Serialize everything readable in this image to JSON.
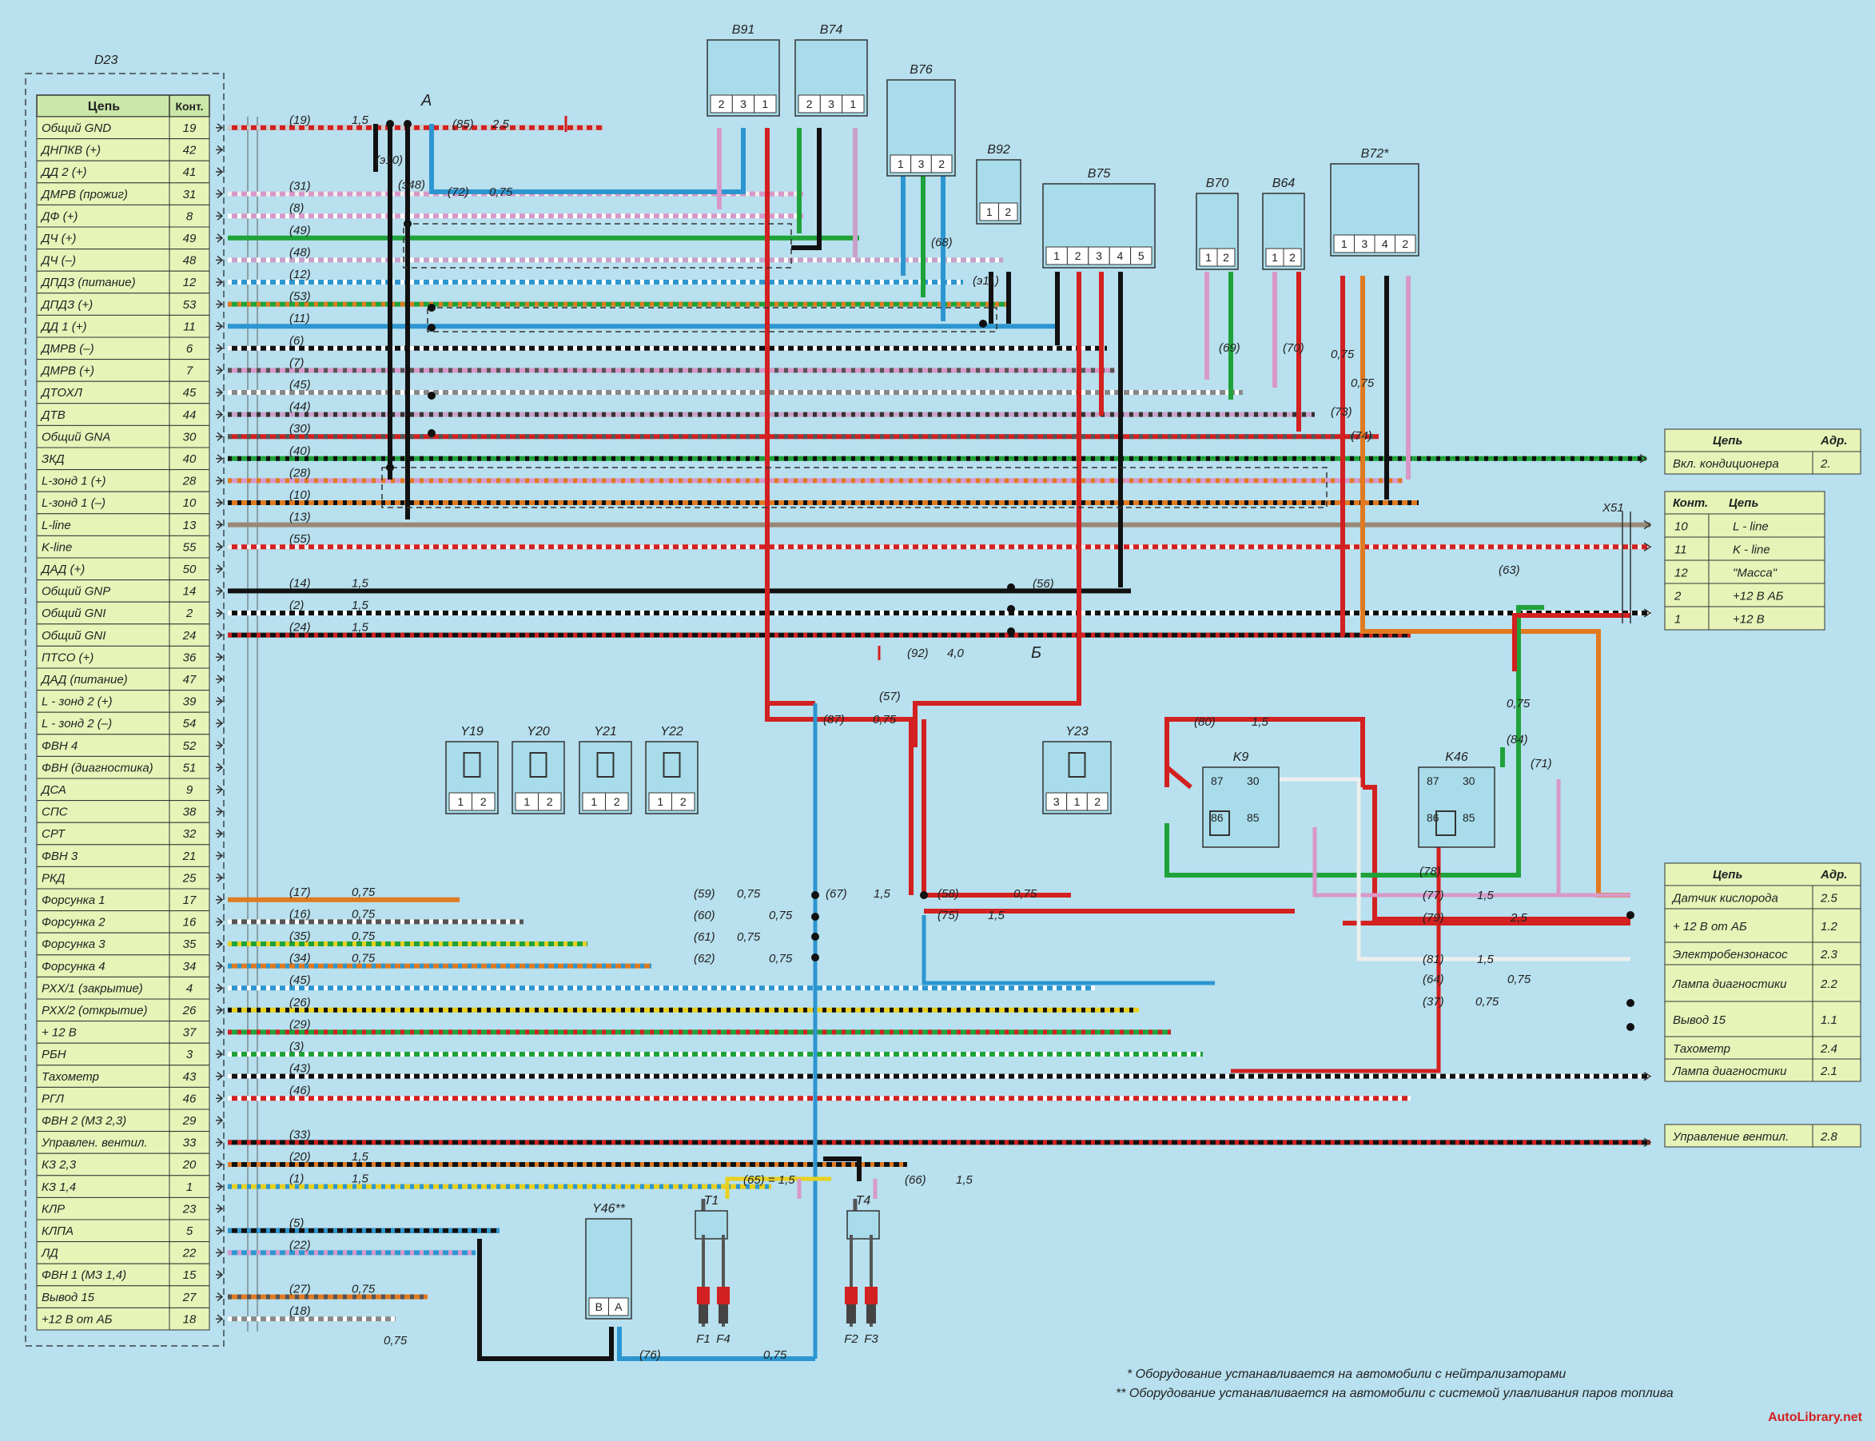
{
  "ecu": {
    "ref": "D23",
    "col_circuit": "Цепь",
    "col_pin": "Конт.",
    "rows": [
      {
        "name": "Общий GND",
        "pin": "19"
      },
      {
        "name": "ДНПКВ (+)",
        "pin": "42"
      },
      {
        "name": "ДД 2 (+)",
        "pin": "41"
      },
      {
        "name": "ДМРВ (прожиг)",
        "pin": "31"
      },
      {
        "name": "ДФ (+)",
        "pin": "8"
      },
      {
        "name": "ДЧ (+)",
        "pin": "49"
      },
      {
        "name": "ДЧ (–)",
        "pin": "48"
      },
      {
        "name": "ДПДЗ (питание)",
        "pin": "12"
      },
      {
        "name": "ДПДЗ (+)",
        "pin": "53"
      },
      {
        "name": "ДД 1 (+)",
        "pin": "11"
      },
      {
        "name": "ДМРВ (–)",
        "pin": "6"
      },
      {
        "name": "ДМРВ (+)",
        "pin": "7"
      },
      {
        "name": "ДТОХЛ",
        "pin": "45"
      },
      {
        "name": "ДТВ",
        "pin": "44"
      },
      {
        "name": "Общий GNA",
        "pin": "30"
      },
      {
        "name": "ЗКД",
        "pin": "40"
      },
      {
        "name": "L-зонд 1 (+)",
        "pin": "28"
      },
      {
        "name": "L-зонд 1 (–)",
        "pin": "10"
      },
      {
        "name": "L-line",
        "pin": "13"
      },
      {
        "name": "K-line",
        "pin": "55"
      },
      {
        "name": "ДАД (+)",
        "pin": "50"
      },
      {
        "name": "Общий GNP",
        "pin": "14"
      },
      {
        "name": "Общий GNI",
        "pin": "2"
      },
      {
        "name": "Общий GNI",
        "pin": "24"
      },
      {
        "name": "ПТСО (+)",
        "pin": "36"
      },
      {
        "name": "ДАД (питание)",
        "pin": "47"
      },
      {
        "name": "L - зонд 2 (+)",
        "pin": "39"
      },
      {
        "name": "L - зонд 2 (–)",
        "pin": "54"
      },
      {
        "name": "ФВН 4",
        "pin": "52"
      },
      {
        "name": "ФВН (диагностика)",
        "pin": "51"
      },
      {
        "name": "ДСА",
        "pin": "9"
      },
      {
        "name": "СПС",
        "pin": "38"
      },
      {
        "name": "СРТ",
        "pin": "32"
      },
      {
        "name": "ФВН 3",
        "pin": "21"
      },
      {
        "name": "РКД",
        "pin": "25"
      },
      {
        "name": "Форсунка 1",
        "pin": "17"
      },
      {
        "name": "Форсунка 2",
        "pin": "16"
      },
      {
        "name": "Форсунка 3",
        "pin": "35"
      },
      {
        "name": "Форсунка 4",
        "pin": "34"
      },
      {
        "name": "РХХ/1 (закрытие)",
        "pin": "4"
      },
      {
        "name": "РХХ/2 (открытие)",
        "pin": "26"
      },
      {
        "name": "+ 12 В",
        "pin": "37"
      },
      {
        "name": "РБН",
        "pin": "3"
      },
      {
        "name": "Тахометр",
        "pin": "43"
      },
      {
        "name": "РГЛ",
        "pin": "46"
      },
      {
        "name": "ФВН 2 (МЗ 2,3)",
        "pin": "29"
      },
      {
        "name": "Управлен. вентил.",
        "pin": "33"
      },
      {
        "name": "КЗ 2,3",
        "pin": "20"
      },
      {
        "name": "КЗ 1,4",
        "pin": "1"
      },
      {
        "name": "КЛР",
        "pin": "23"
      },
      {
        "name": "КЛПА",
        "pin": "5"
      },
      {
        "name": "ЛД",
        "pin": "22"
      },
      {
        "name": "ФВН 1 (МЗ 1,4)",
        "pin": "15"
      },
      {
        "name": "Вывод 15",
        "pin": "27"
      },
      {
        "name": "+12 В от АБ",
        "pin": "18"
      }
    ]
  },
  "wires": [
    {
      "row": 0,
      "colors": [
        "#d32020",
        "#cccccc"
      ],
      "len": 470,
      "label": "(19)",
      "section": "1,5"
    },
    {
      "row": 3,
      "colors": [
        "#d898c8",
        "#eeeeee"
      ],
      "len": 720,
      "label": "(31)"
    },
    {
      "row": 4,
      "colors": [
        "#d898c8",
        "#ffffff"
      ],
      "len": 720,
      "label": "(8)"
    },
    {
      "row": 5,
      "colors": [
        "#1fa23a"
      ],
      "len": 790,
      "label": "(49)"
    },
    {
      "row": 6,
      "colors": [
        "#c8a0c8",
        "#ffffff"
      ],
      "len": 970,
      "label": "(48)"
    },
    {
      "row": 7,
      "colors": [
        "#2c96d0",
        "#ffffff"
      ],
      "len": 920,
      "label": "(12)"
    },
    {
      "row": 8,
      "colors": [
        "#1fa23a",
        "#e07a20"
      ],
      "len": 980,
      "label": "(53)"
    },
    {
      "row": 9,
      "colors": [
        "#2c96d0"
      ],
      "len": 1040,
      "label": "(11)"
    },
    {
      "row": 10,
      "colors": [
        "#111111",
        "#ffffff"
      ],
      "len": 1100,
      "label": "(6)"
    },
    {
      "row": 11,
      "colors": [
        "#d898c8",
        "#555555"
      ],
      "len": 1110,
      "label": "(7)"
    },
    {
      "row": 12,
      "colors": [
        "#888888",
        "#ffffff"
      ],
      "len": 1270,
      "label": "(45)"
    },
    {
      "row": 13,
      "colors": [
        "#c8a0c8",
        "#333333"
      ],
      "len": 1360,
      "label": "(44)"
    },
    {
      "row": 14,
      "colors": [
        "#d32020",
        "#555555"
      ],
      "len": 1440,
      "label": "(30)"
    },
    {
      "row": 15,
      "colors": [
        "#1fa23a",
        "#111111"
      ],
      "len": 1775,
      "label": "(40)"
    },
    {
      "row": 16,
      "colors": [
        "#d898c8",
        "#e07a20"
      ],
      "len": 1470,
      "label": "(28)"
    },
    {
      "row": 17,
      "colors": [
        "#e07a20",
        "#111111"
      ],
      "len": 1490,
      "label": "(10)"
    },
    {
      "row": 18,
      "colors": [
        "#998877"
      ],
      "len": 1780,
      "label": "(13)"
    },
    {
      "row": 19,
      "colors": [
        "#d32020",
        "#eeeeee"
      ],
      "len": 1780,
      "label": "(55)"
    },
    {
      "row": 21,
      "colors": [
        "#111111"
      ],
      "len": 1130,
      "label": "(14)",
      "section": "1,5"
    },
    {
      "row": 22,
      "colors": [
        "#111111",
        "#ffffff"
      ],
      "len": 1780,
      "label": "(2)",
      "section": "1,5"
    },
    {
      "row": 23,
      "colors": [
        "#111111",
        "#d32020"
      ],
      "len": 1480,
      "label": "(24)",
      "section": "1,5"
    },
    {
      "row": 35,
      "colors": [
        "#e07a20"
      ],
      "len": 290,
      "label": "(17)",
      "section": "0,75"
    },
    {
      "row": 36,
      "colors": [
        "#555555",
        "#ffffff"
      ],
      "len": 370,
      "label": "(16)",
      "section": "0,75"
    },
    {
      "row": 37,
      "colors": [
        "#1fa23a",
        "#e8d020"
      ],
      "len": 450,
      "label": "(35)",
      "section": "0,75"
    },
    {
      "row": 38,
      "colors": [
        "#e07a20",
        "#2c96d0"
      ],
      "len": 530,
      "label": "(34)",
      "section": "0,75"
    },
    {
      "row": 39,
      "colors": [
        "#2c96d0",
        "#ffffff"
      ],
      "len": 1085,
      "label": "(45)"
    },
    {
      "row": 40,
      "colors": [
        "#e8d020",
        "#111111"
      ],
      "len": 1140,
      "label": "(26)"
    },
    {
      "row": 41,
      "colors": [
        "#1fa23a",
        "#d32020"
      ],
      "len": 1180,
      "label": "(29)"
    },
    {
      "row": 42,
      "colors": [
        "#1fa23a",
        "#ffffff"
      ],
      "len": 1220,
      "label": "(3)"
    },
    {
      "row": 43,
      "colors": [
        "#111111",
        "#ffffff"
      ],
      "len": 1780,
      "label": "(43)"
    },
    {
      "row": 44,
      "colors": [
        "#d32020",
        "#ffffff"
      ],
      "len": 1480,
      "label": "(46)"
    },
    {
      "row": 46,
      "colors": [
        "#111111",
        "#d32020"
      ],
      "len": 1780,
      "label": "(33)"
    },
    {
      "row": 47,
      "colors": [
        "#111111",
        "#e07a20"
      ],
      "len": 850,
      "label": "(20)",
      "section": "1,5"
    },
    {
      "row": 48,
      "colors": [
        "#e8d020",
        "#2c96d0"
      ],
      "len": 680,
      "label": "(1)",
      "section": "1,5"
    },
    {
      "row": 50,
      "colors": [
        "#111111",
        "#2c96d0"
      ],
      "len": 340,
      "label": "(5)"
    },
    {
      "row": 51,
      "colors": [
        "#2c96d0",
        "#d898c8"
      ],
      "len": 310,
      "label": "(22)"
    },
    {
      "row": 53,
      "colors": [
        "#e07a20",
        "#555555"
      ],
      "len": 250,
      "label": "(27)",
      "section": "0,75"
    },
    {
      "row": 54,
      "colors": [
        "#888888",
        "#ffffff"
      ],
      "len": 210,
      "label": "(18)"
    }
  ],
  "components": [
    {
      "id": "B91",
      "pins": [
        "2",
        "3",
        "1"
      ]
    },
    {
      "id": "B74",
      "pins": [
        "2",
        "3",
        "1"
      ]
    },
    {
      "id": "B76",
      "pins": [
        "1",
        "3",
        "2"
      ]
    },
    {
      "id": "B92",
      "pins": [
        "1",
        "2"
      ]
    },
    {
      "id": "B75",
      "pins": [
        "1",
        "2",
        "3",
        "4",
        "5"
      ]
    },
    {
      "id": "B70",
      "pins": [
        "1",
        "2"
      ]
    },
    {
      "id": "B64",
      "pins": [
        "1",
        "2"
      ]
    },
    {
      "id": "B72*",
      "pins": [
        "1",
        "3",
        "4",
        "2"
      ]
    },
    {
      "id": "Y19",
      "pins": [
        "1",
        "2"
      ]
    },
    {
      "id": "Y20",
      "pins": [
        "1",
        "2"
      ]
    },
    {
      "id": "Y21",
      "pins": [
        "1",
        "2"
      ]
    },
    {
      "id": "Y22",
      "pins": [
        "1",
        "2"
      ]
    },
    {
      "id": "Y23",
      "pins": [
        "3",
        "1",
        "2"
      ]
    },
    {
      "id": "Y46**",
      "pins": [
        "B",
        "A"
      ]
    },
    {
      "id": "K9",
      "pins": [
        "87",
        "30",
        "86",
        "85"
      ]
    },
    {
      "id": "K46",
      "pins": [
        "87",
        "30",
        "86",
        "85"
      ]
    },
    {
      "id": "T1",
      "pins": []
    },
    {
      "id": "T4",
      "pins": []
    }
  ],
  "plugs": [
    "F1",
    "F4",
    "F2",
    "F3"
  ],
  "nodes": {
    "a": "А",
    "b": "Б"
  },
  "inline_labels": {
    "ground_top": "(85)",
    "ground_top_section": "2,5",
    "ground_bottom": "(92)",
    "ground_bottom_section": "4,0",
    "w72": "(72)",
    "w72_section": "0,75",
    "e10": "(э10)",
    "e48": "(э48)",
    "e11": "(э11)",
    "w68": "(68)",
    "w69": "(69)",
    "w70": "(70)",
    "w73": "(73)",
    "w74": "(74)",
    "w73_section": "0,75",
    "w74_section": "0,75",
    "w56": "(56)",
    "w63": "(63)",
    "w57": "(57)",
    "w87": "(87)",
    "w87_section": "0,75",
    "w59": "(59)",
    "w60": "(60)",
    "w61": "(61)",
    "w62": "(62)",
    "w59_section": "0,75",
    "w60_section": "0,75",
    "w61_section": "0,75",
    "w62_section": "0,75",
    "w67": "(67)",
    "w67_section": "1,5",
    "w58": "(58)",
    "w58_section": "0,75",
    "w75": "(75)",
    "w75_section": "1,5",
    "w80": "(80)",
    "w80_section": "1,5",
    "w78": "(78)",
    "w77": "(77)",
    "w77_section": "1,5",
    "w79": "(79)",
    "w79_section": "2,5",
    "w81": "(81)",
    "w81_section": "1,5",
    "w64": "(64)",
    "w64_section": "0,75",
    "w37": "(37)",
    "w37_section": "0,75",
    "w84": "(84)",
    "w84_section": "0,75",
    "w71": "(71)",
    "w65": "(65) = 1,5",
    "w66": "(66)",
    "w66_section": "1,5",
    "w76": "(76)",
    "w76_section": "0,75",
    "w18_section": "0,75",
    "x51": "X51"
  },
  "right_tables": {
    "t1": {
      "h1": "Цепь",
      "h2": "Адр.",
      "rows": [
        {
          "name": "Вкл. кондиционера",
          "adr": "2."
        }
      ]
    },
    "t2": {
      "h1": "Конт.",
      "h2": "Цепь",
      "rows": [
        {
          "pin": "10",
          "name": "L - line"
        },
        {
          "pin": "11",
          "name": "K - line"
        },
        {
          "pin": "12",
          "name": "\"Масса\""
        },
        {
          "pin": "2",
          "name": "+12 В АБ"
        },
        {
          "pin": "1",
          "name": "+12 В"
        }
      ]
    },
    "t3": {
      "h1": "Цепь",
      "h2": "Адр.",
      "rows": [
        {
          "name": "Датчик кислорода",
          "adr": "2.5"
        },
        {
          "name": "+ 12 В от АБ",
          "adr": "1.2"
        },
        {
          "name": "Электробензонасос",
          "adr": "2.3"
        },
        {
          "name": "Лампа диагностики",
          "adr": "2.2"
        },
        {
          "name": "Вывод 15",
          "adr": "1.1"
        },
        {
          "name": "Тахометр",
          "adr": "2.4"
        },
        {
          "name": "Лампа диагностики",
          "adr": "2.1"
        }
      ]
    },
    "t4": {
      "rows": [
        {
          "name": "Управление вентил.",
          "adr": "2.8"
        }
      ]
    }
  },
  "footnotes": [
    "* Оборудование устанавливается на автомобили с нейтрализаторами",
    "** Оборудование устанавливается на автомобили с системой улавливания паров топлива"
  ],
  "watermark": "AutoLibrary.net"
}
